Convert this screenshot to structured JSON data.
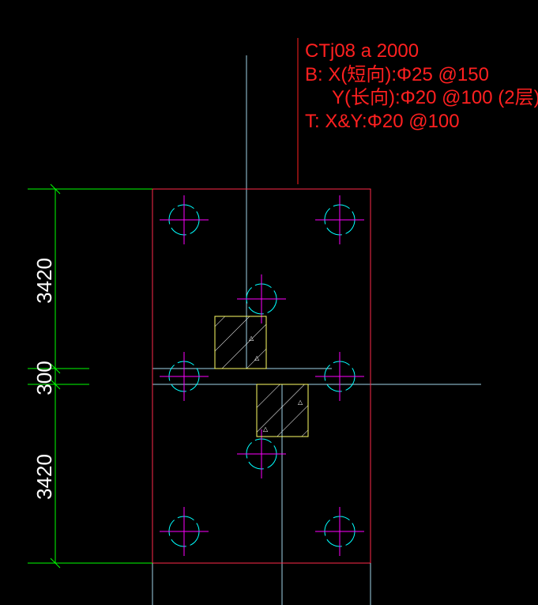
{
  "annotation": {
    "lines": [
      "CTj08 a 2000",
      "B:  X(短向):Φ25 @150",
      "Y(长向):Φ20 @100 (2层)",
      "T:  X&Y:Φ20 @100"
    ]
  },
  "dimensions": {
    "top_span": "3420",
    "middle_gap": "300",
    "bottom_span": "3420"
  },
  "colors": {
    "background": "#000000",
    "annotation": "#ff2020",
    "cap_outline": "#ff2a4a",
    "dimension": "#00ff00",
    "axis": "#9fd3e8",
    "pile_circle": "#00ffff",
    "pile_cross": "#ff00ff",
    "column": "#ffff66",
    "hatch": "#ffffff"
  },
  "icons": {
    "pile": "pile-circle-icon",
    "column": "hatched-column-icon"
  }
}
